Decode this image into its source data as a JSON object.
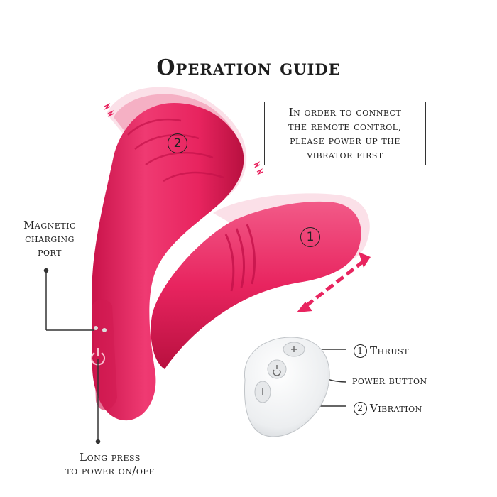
{
  "header": {
    "title": "Operation guide"
  },
  "notice": {
    "lines": [
      "In order to connect",
      "the remote control,",
      "please power up the",
      "vibrator first"
    ]
  },
  "device": {
    "part_markers": [
      {
        "number": "2"
      },
      {
        "number": "1"
      }
    ],
    "color": "#e8245f",
    "highlight_color": "#f06690"
  },
  "labels": {
    "magnetic": [
      "Magnetic",
      "charging",
      "port"
    ],
    "long_press": [
      "Long press",
      "to power on/off"
    ]
  },
  "remote": {
    "buttons": [
      {
        "icon": "plus-icon"
      },
      {
        "icon": "power-icon"
      },
      {
        "icon": "minus-icon"
      }
    ],
    "thrust": {
      "number": "1",
      "label": "Thrust"
    },
    "power": {
      "label": "power button"
    },
    "vibration": {
      "number": "2",
      "label": "Vibration"
    }
  }
}
